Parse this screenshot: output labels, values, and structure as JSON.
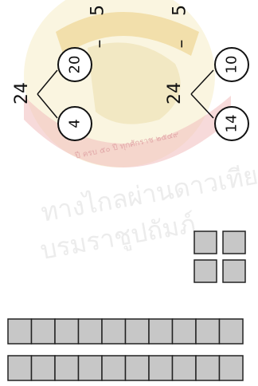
{
  "watermark": {
    "thai_line_1": "ทางไกลผ่านดาวเทียม",
    "thai_line_2": "บรมราชูปถัมภ์",
    "seal_text": "ปี ครบ ๕๐ ปี ทุกศักราช ๒๕๔๙"
  },
  "number_bonds": [
    {
      "whole": "24",
      "parts": [
        "20",
        "4"
      ],
      "side_mark": "–",
      "side_value": "5"
    },
    {
      "whole": "24",
      "parts": [
        "10",
        "14"
      ],
      "side_mark": "–",
      "side_value": "5"
    }
  ],
  "blocks": {
    "square_units": 4,
    "rods": [
      {
        "units": 10
      },
      {
        "units": 10
      }
    ]
  },
  "colors": {
    "block_fill": "#c7c7c7",
    "block_stroke": "#222222",
    "watermark_red": "#e8b9b9",
    "watermark_gold": "#efe2b0"
  }
}
